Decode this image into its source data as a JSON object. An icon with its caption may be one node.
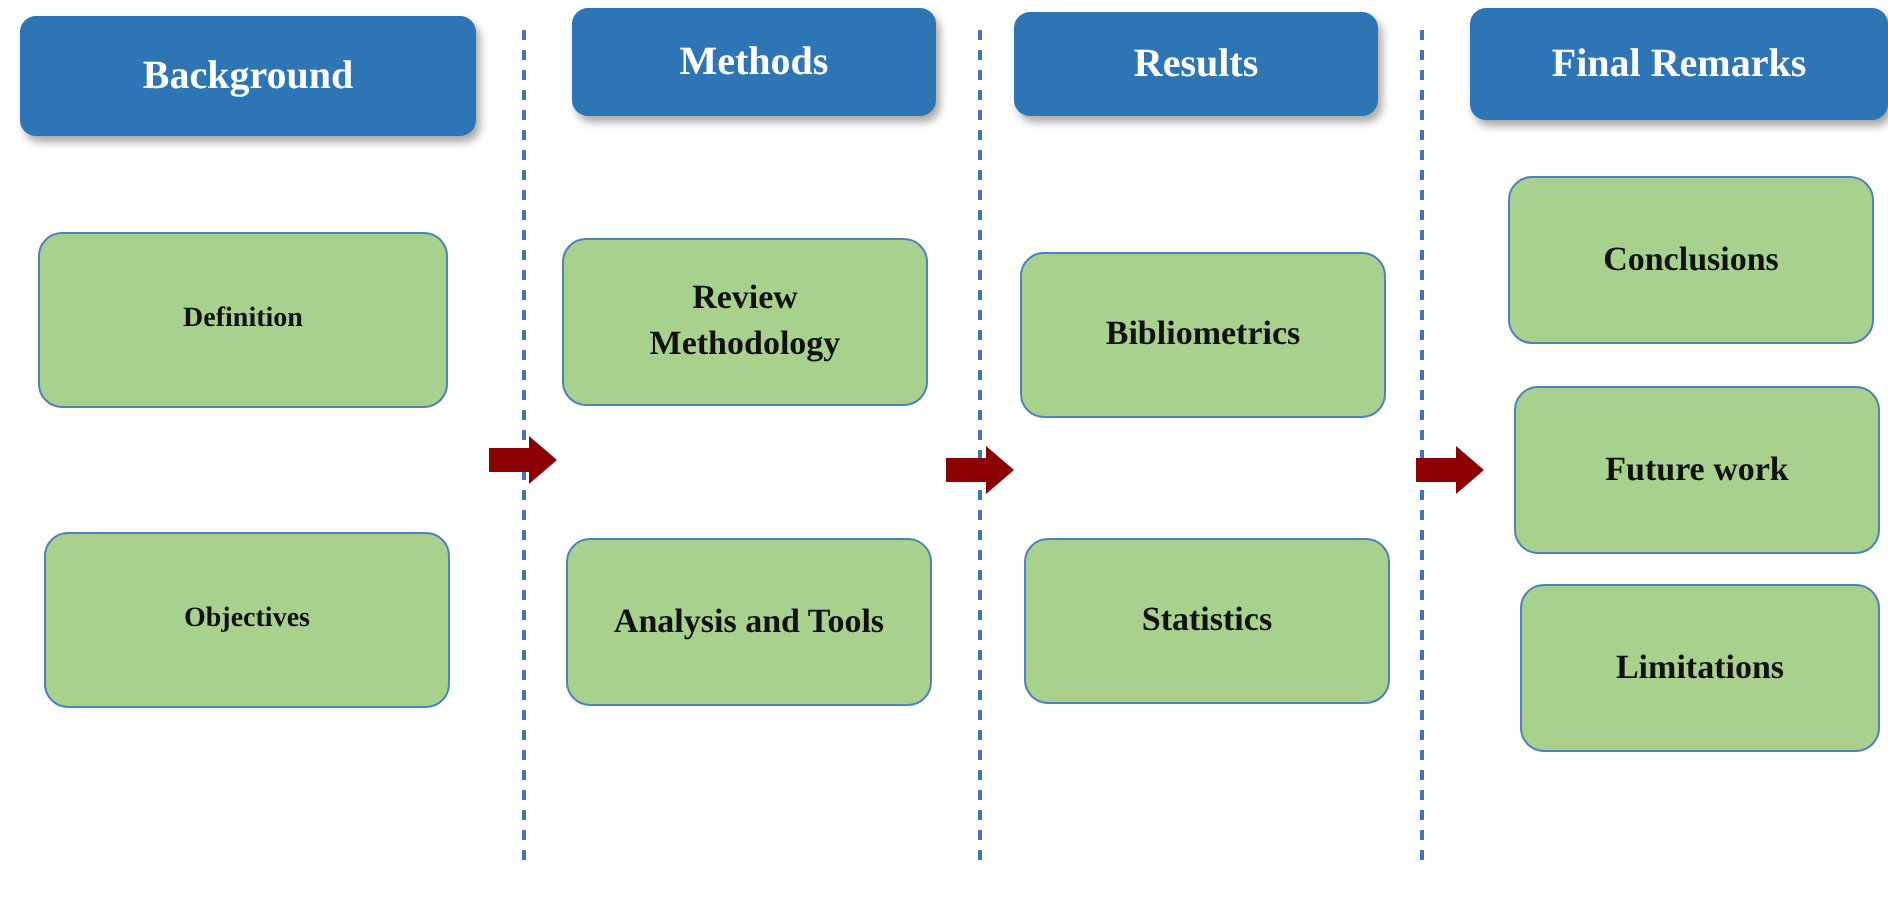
{
  "diagram": {
    "nodes": [
      {
        "text": [
          "Background"
        ]
      },
      {
        "text": [
          "Definition"
        ]
      },
      {
        "text": [
          "Objectives"
        ]
      },
      {
        "text": [
          "Methods"
        ]
      },
      {
        "text": [
          "Review Methodology"
        ]
      },
      {
        "text": [
          "Analysis and Tools"
        ]
      },
      {
        "text": [
          "Results"
        ]
      },
      {
        "text": [
          "Bibliometrics"
        ]
      },
      {
        "text": [
          "Statistics"
        ]
      },
      {
        "text": [
          "Final Remarks"
        ]
      },
      {
        "text": [
          "Conclusions"
        ]
      },
      {
        "text": [
          "Future work"
        ]
      },
      {
        "text": [
          "Limitations"
        ]
      }
    ],
    "edges": [
      {
        "from": 1,
        "to": 4,
        "arrow": "to"
      },
      {
        "from": 4,
        "to": 7,
        "arrow": "to"
      },
      {
        "from": 7,
        "to": 11,
        "arrow": "to"
      }
    ]
  }
}
